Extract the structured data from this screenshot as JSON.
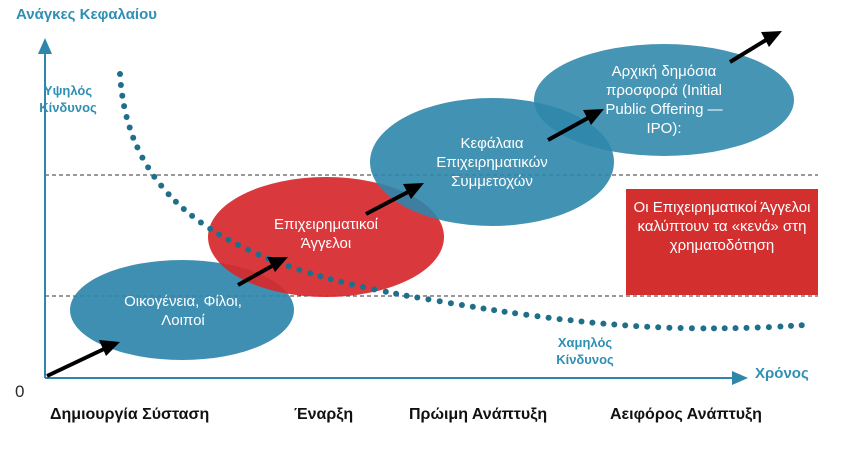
{
  "axes": {
    "y_title": "Ανάγκες Κεφαλαίου",
    "x_title": "Χρόνος",
    "origin": "0"
  },
  "risk": {
    "high": "Υψηλός Κίνδυνος",
    "low": "Χαμηλός Κίνδυνος"
  },
  "stages": [
    "Δημιουργία Σύσταση",
    "Έναρξη",
    "Πρώιμη Ανάπτυξη",
    "Αειφόρος Ανάπτυξη"
  ],
  "phases": [
    {
      "label": "Οικογένεια, Φίλοι, Λοιποί",
      "color": "#2e86ab"
    },
    {
      "label": "Επιχειρηματικοί Άγγελοι",
      "color": "#d6282b"
    },
    {
      "label": "Κεφάλαια Επιχειρηματικών Συμμετοχών",
      "color": "#2e86ab"
    },
    {
      "label": "Αρχική δημόσια προσφορά (Initial Public Offering — IPO):",
      "color": "#2e86ab"
    }
  ],
  "callout": {
    "text": "Οι Επιχειρηματικοί Άγγελοι καλύπτουν τα «κενά» στη χρηματοδότηση",
    "color": "#d32f2f"
  },
  "colors": {
    "axis": "#2e86ab",
    "dots": "#1f6f8b",
    "arrow": "#000000"
  }
}
